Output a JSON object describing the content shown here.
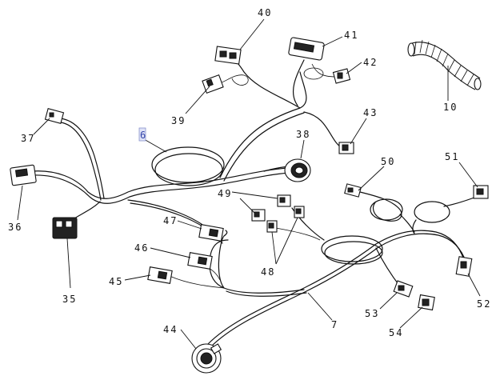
{
  "diagram": {
    "callouts": {
      "n40": "40",
      "n41": "41",
      "n42": "42",
      "n10": "10",
      "n39": "39",
      "n43": "43",
      "n6": "6",
      "n37": "37",
      "n38": "38",
      "n50": "50",
      "n51": "51",
      "n49": "49",
      "n36": "36",
      "n47": "47",
      "n46": "46",
      "n48": "48",
      "n45": "45",
      "n35": "35",
      "n52": "52",
      "n53": "53",
      "n7": "7",
      "n54": "54",
      "n44": "44"
    }
  }
}
